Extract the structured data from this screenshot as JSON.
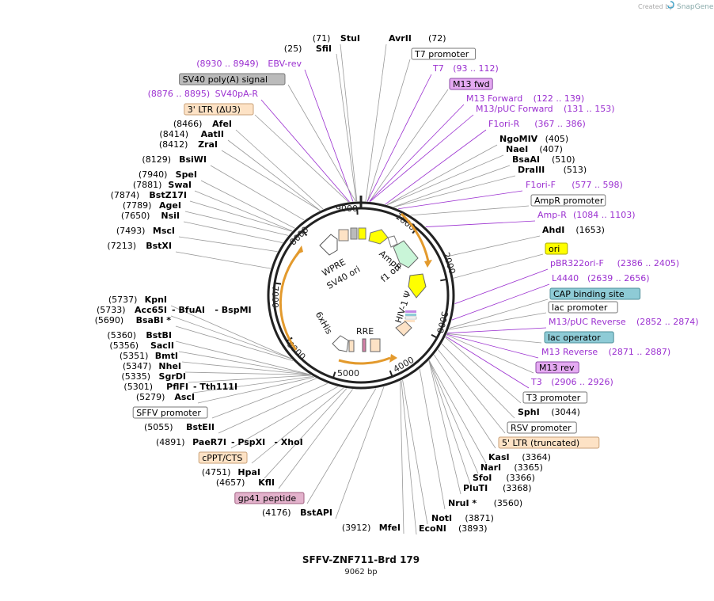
{
  "branding": {
    "created_by": "Created by",
    "app": "SnapGene",
    "accent": "#46a4c8"
  },
  "map": {
    "name": "SFFV-ZNF711-Brd 179",
    "size": "9062 bp",
    "total_bp": 9062,
    "ticks": [
      "1000",
      "2000",
      "3000",
      "4000",
      "5000",
      "6000",
      "7000",
      "8000",
      "9000"
    ],
    "colors": {
      "promoter_bg": "#ffffff",
      "ltr_bg": "#fde2c5",
      "polya_bg": "#bbbbbb",
      "primer_bind_bg": "#e5aaf2",
      "ori_bg": "#ffff00",
      "cap_bg": "#8ecbd6",
      "gp41_bg": "#e3b2cc",
      "primer_text": "#9b30d0",
      "arc_orange": "#e39a2d"
    },
    "left_labels": [
      {
        "pos": "(71)",
        "name": "StuI",
        "bold": true
      },
      {
        "pos": "(25)",
        "name": "SfiI",
        "bold": true
      },
      {
        "pos": "(8930 .. 8949)",
        "name": "EBV-rev",
        "bold": false,
        "primer": true
      },
      {
        "name": "SV40 poly(A) signal",
        "box": "polya"
      },
      {
        "pos": "(8876 .. 8895)",
        "name": "SV40pA-R",
        "primer": true
      },
      {
        "name": "3' LTR (ΔU3)",
        "box": "ltr"
      },
      {
        "pos": "(8466)",
        "name": "AfeI",
        "bold": true
      },
      {
        "pos": "(8414)",
        "name": "AatII",
        "bold": true
      },
      {
        "pos": "(8412)",
        "name": "ZraI",
        "bold": true
      },
      {
        "pos": "(8129)",
        "name": "BsiWI",
        "bold": true
      },
      {
        "pos": "(7940)",
        "name": "SpeI",
        "bold": true
      },
      {
        "pos": "(7881)",
        "name": "SwaI",
        "bold": true
      },
      {
        "pos": "(7874)",
        "name": "BstZ17I",
        "bold": true
      },
      {
        "pos": "(7789)",
        "name": "AgeI",
        "bold": true
      },
      {
        "pos": "(7650)",
        "name": "NsiI",
        "bold": true
      },
      {
        "pos": "(7493)",
        "name": "MscI",
        "bold": true
      },
      {
        "pos": "(7213)",
        "name": "BstXI",
        "bold": true
      },
      {
        "pos": "(5737)",
        "name": "KpnI",
        "bold": true
      },
      {
        "pos": "(5733)",
        "name": "Acc65I",
        "bold": true,
        "extra": [
          "BfuAI",
          "BspMI"
        ]
      },
      {
        "pos": "(5690)",
        "name": "BsaBI *",
        "bold": true
      },
      {
        "pos": "(5360)",
        "name": "BstBI",
        "bold": true
      },
      {
        "pos": "(5356)",
        "name": "SacII",
        "bold": true
      },
      {
        "pos": "(5351)",
        "name": "BmtI",
        "bold": true
      },
      {
        "pos": "(5347)",
        "name": "NheI",
        "bold": true
      },
      {
        "pos": "(5335)",
        "name": "SgrDI",
        "bold": true
      },
      {
        "pos": "(5301)",
        "name": "PflFI",
        "bold": true,
        "extra": [
          "Tth111I"
        ]
      },
      {
        "pos": "(5279)",
        "name": "AscI",
        "bold": true
      },
      {
        "name": "SFFV promoter",
        "box": "promoter"
      },
      {
        "pos": "(5055)",
        "name": "BstEII",
        "bold": true
      },
      {
        "pos": "(4891)",
        "name": "PaeR7I",
        "bold": true,
        "extra": [
          "PspXI",
          "XhoI"
        ]
      },
      {
        "name": "cPPT/CTS",
        "box": "ltr"
      },
      {
        "pos": "(4751)",
        "name": "HpaI",
        "bold": true
      },
      {
        "pos": "(4657)",
        "name": "KflI",
        "bold": true
      },
      {
        "name": "gp41 peptide",
        "box": "gp41"
      },
      {
        "pos": "(4176)",
        "name": "BstAPI",
        "bold": true
      },
      {
        "pos": "(3912)",
        "name": "MfeI",
        "bold": true
      }
    ],
    "right_labels": [
      {
        "name": "AvrII",
        "pos": "(72)",
        "bold": true
      },
      {
        "name": "T7 promoter",
        "box": "promoter"
      },
      {
        "name": "T7",
        "pos": "(93 .. 112)",
        "primer": true
      },
      {
        "name": "M13 fwd",
        "box": "primer_bind"
      },
      {
        "name": "M13 Forward",
        "pos": "(122 .. 139)",
        "primer": true
      },
      {
        "name": "M13/pUC Forward",
        "pos": "(131 .. 153)",
        "primer": true
      },
      {
        "name": "F1ori-R",
        "pos": "(367 .. 386)",
        "primer": true
      },
      {
        "name": "NgoMIV",
        "pos": "(405)",
        "bold": true
      },
      {
        "name": "NaeI",
        "pos": "(407)",
        "bold": true
      },
      {
        "name": "BsaAI",
        "pos": "(510)",
        "bold": true
      },
      {
        "name": "DraIII",
        "pos": "(513)",
        "bold": true
      },
      {
        "name": "F1ori-F",
        "pos": "(577 .. 598)",
        "primer": true
      },
      {
        "name": "AmpR promoter",
        "box": "promoter"
      },
      {
        "name": "Amp-R",
        "pos": "(1084 .. 1103)",
        "primer": true
      },
      {
        "name": "AhdI",
        "pos": "(1653)",
        "bold": true
      },
      {
        "name": "ori",
        "box": "ori"
      },
      {
        "name": "pBR322ori-F",
        "pos": "(2386 .. 2405)",
        "primer": true
      },
      {
        "name": "L4440",
        "pos": "(2639 .. 2656)",
        "primer": true
      },
      {
        "name": "CAP binding site",
        "box": "cap"
      },
      {
        "name": "lac promoter",
        "box": "promoter"
      },
      {
        "name": "M13/pUC Reverse",
        "pos": "(2852 .. 2874)",
        "primer": true
      },
      {
        "name": "lac operator",
        "box": "cap"
      },
      {
        "name": "M13 Reverse",
        "pos": "(2871 .. 2887)",
        "primer": true
      },
      {
        "name": "M13 rev",
        "box": "primer_bind"
      },
      {
        "name": "T3",
        "pos": "(2906 .. 2926)",
        "primer": true
      },
      {
        "name": "T3 promoter",
        "box": "promoter"
      },
      {
        "name": "SphI",
        "pos": "(3044)",
        "bold": true
      },
      {
        "name": "RSV promoter",
        "box": "promoter"
      },
      {
        "name": "5' LTR (truncated)",
        "box": "ltr"
      },
      {
        "name": "KasI",
        "pos": "(3364)",
        "bold": true
      },
      {
        "name": "NarI",
        "pos": "(3365)",
        "bold": true
      },
      {
        "name": "SfoI",
        "pos": "(3366)",
        "bold": true
      },
      {
        "name": "PluTI",
        "pos": "(3368)",
        "bold": true
      },
      {
        "name": "NruI *",
        "pos": "(3560)",
        "bold": true
      },
      {
        "name": "NotI",
        "pos": "(3871)",
        "bold": true
      },
      {
        "name": "EcoNI",
        "pos": "(3893)",
        "bold": true
      }
    ],
    "inner_labels": [
      "WPRE",
      "SV40 ori",
      "f1 ori",
      "AmpR",
      "ori",
      "HIV-1 Ψ",
      "6xHis",
      "RRE"
    ]
  }
}
